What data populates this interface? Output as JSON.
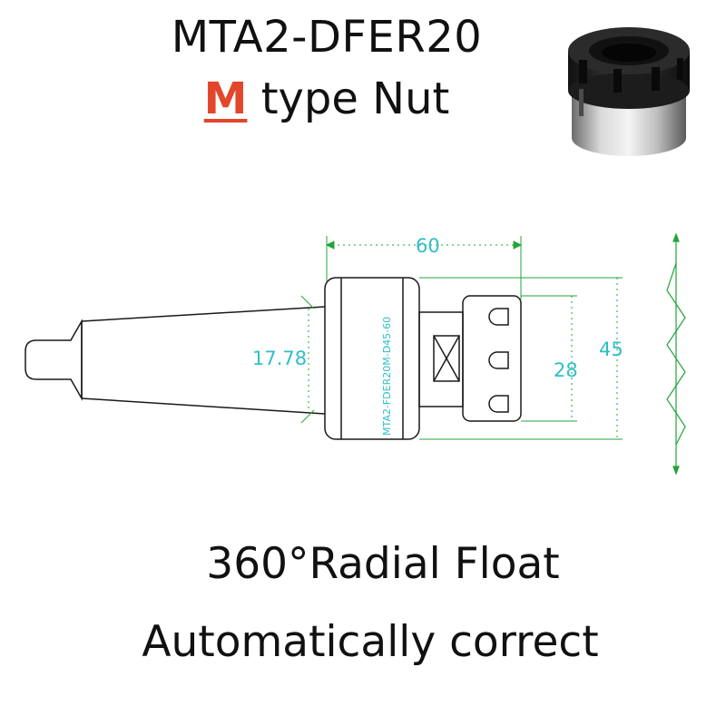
{
  "header": {
    "title": "MTA2-DFER20",
    "subtitle_prefix": "M",
    "subtitle_rest": " type Nut"
  },
  "drawing": {
    "engraving": "MTA2-FDER20M-D45-60",
    "dimensions": {
      "length": "60",
      "taper_diameter": "17.78",
      "nut_diameter": "28",
      "body_diameter": "45"
    },
    "colors": {
      "outline": "#1a1a1a",
      "dimension_text": "#2fbfc6",
      "dimension_line": "#22a43a",
      "accent": "#e2462b"
    }
  },
  "features": {
    "line1": "360°Radial Float",
    "line2": "Automatically correct"
  }
}
